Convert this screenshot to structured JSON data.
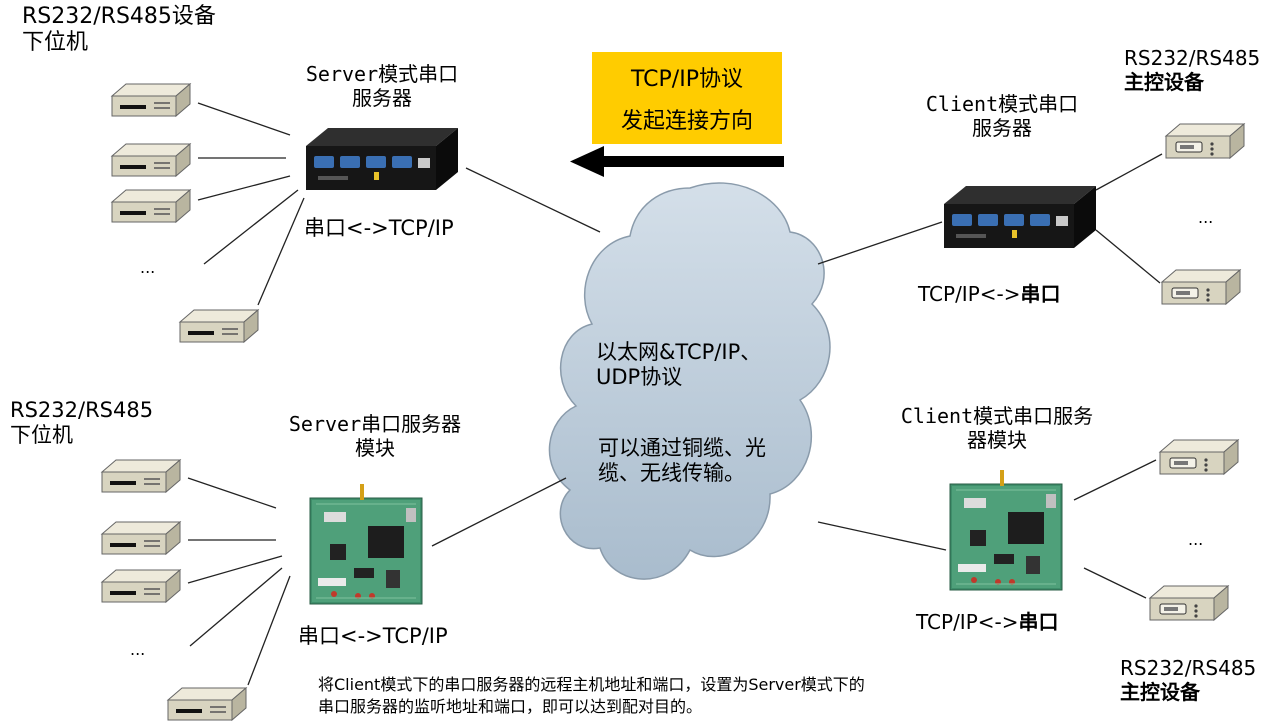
{
  "top_left": {
    "device_label_line1": "RS232/RS485设备",
    "device_label_line2": "下位机",
    "server_title_line1": "Server模式串口",
    "server_title_line2": "服务器",
    "server_conversion": "串口<->TCP/IP",
    "ellipsis": "..."
  },
  "banner": {
    "line1": "TCP/IP协议",
    "line2": "发起连接方向"
  },
  "top_right": {
    "client_title_line1": "Client模式串口",
    "client_title_line2": "服务器",
    "device_label_line1": "RS232/RS485",
    "device_label_line2": "主控设备",
    "conversion_prefix": "TCP/IP<->",
    "conversion_suffix": "串口",
    "ellipsis": "..."
  },
  "cloud": {
    "line1": "以太网&TCP/IP、",
    "line2": "UDP协议",
    "line3": "可以通过铜缆、光",
    "line4": "缆、无线传输。"
  },
  "bottom_left": {
    "device_label_line1": "RS232/RS485",
    "device_label_line2": "下位机",
    "module_title_line1": "Server串口服务器",
    "module_title_line2": "模块",
    "conversion": "串口<->TCP/IP",
    "ellipsis": "..."
  },
  "bottom_right": {
    "module_title_line1": "Client模式串口服务",
    "module_title_line2": "器模块",
    "conversion_prefix": "TCP/IP<->",
    "conversion_suffix": "串口",
    "device_label_line1": "RS232/RS485",
    "device_label_line2": "主控设备",
    "ellipsis": "..."
  },
  "footer": {
    "line1": "将Client模式下的串口服务器的远程主机地址和端口，设置为Server模式下的",
    "line2": "串口服务器的监听地址和端口，即可以达到配对目的。"
  },
  "colors": {
    "banner": "#ffcc00",
    "cloud_fill": "#b8c8d8",
    "device_body": "#d8d4c0",
    "server_box": "#1a1a1a",
    "pcb": "#3e8e6a"
  }
}
